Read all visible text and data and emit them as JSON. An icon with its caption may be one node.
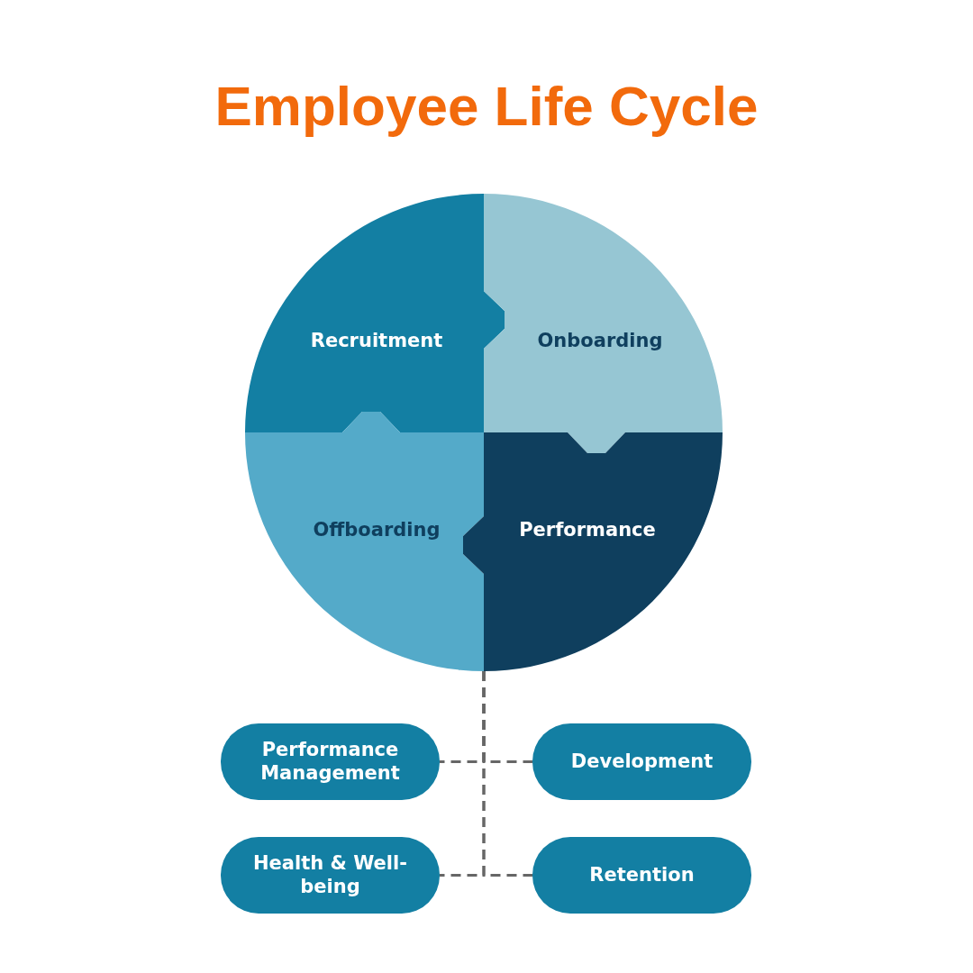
{
  "diagram": {
    "title": "Employee Life Cycle",
    "nodes": [
      {
        "text": [
          "Recruitment"
        ]
      },
      {
        "text": [
          "Onboarding"
        ]
      },
      {
        "text": [
          "Offboarding"
        ]
      },
      {
        "text": [
          "Performance"
        ]
      },
      {
        "text": [
          "Performance Management"
        ]
      },
      {
        "text": [
          "Development"
        ]
      },
      {
        "text": [
          "Health & Well-being"
        ]
      },
      {
        "text": [
          "Retention"
        ]
      }
    ],
    "edges": [
      {
        "from": 3,
        "to": 4,
        "arrow": "none",
        "style": "dashed"
      },
      {
        "from": 3,
        "to": 5,
        "arrow": "none",
        "style": "dashed"
      },
      {
        "from": 3,
        "to": 6,
        "arrow": "none",
        "style": "dashed"
      },
      {
        "from": 3,
        "to": 7,
        "arrow": "none",
        "style": "dashed"
      }
    ]
  }
}
